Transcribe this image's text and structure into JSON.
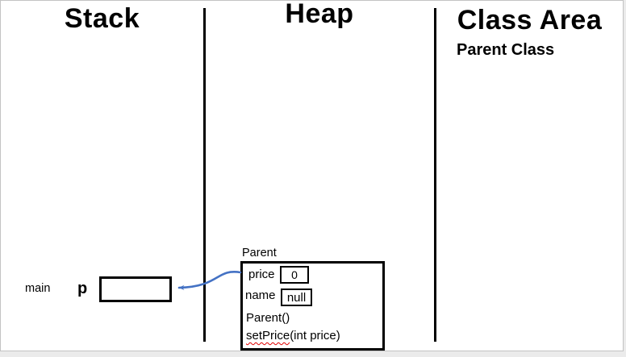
{
  "columns": [
    {
      "title": "Stack"
    },
    {
      "title": "Heap"
    },
    {
      "title": "Class Area"
    }
  ],
  "class_area": {
    "loaded_class": "Parent Class"
  },
  "stack": {
    "frame_label": "main",
    "variable": {
      "name": "p",
      "value": ""
    }
  },
  "heap": {
    "object": {
      "type_label": "Parent",
      "fields": [
        {
          "name": "price",
          "value": "0"
        },
        {
          "name": "name",
          "value": "null"
        }
      ],
      "constructor": "Parent()",
      "method": {
        "name": "setPrice",
        "params": "(int price)"
      }
    }
  },
  "colors": {
    "arrow": "#4472C4",
    "divider": "#000000",
    "spellcheck_underline": "#E00000"
  }
}
